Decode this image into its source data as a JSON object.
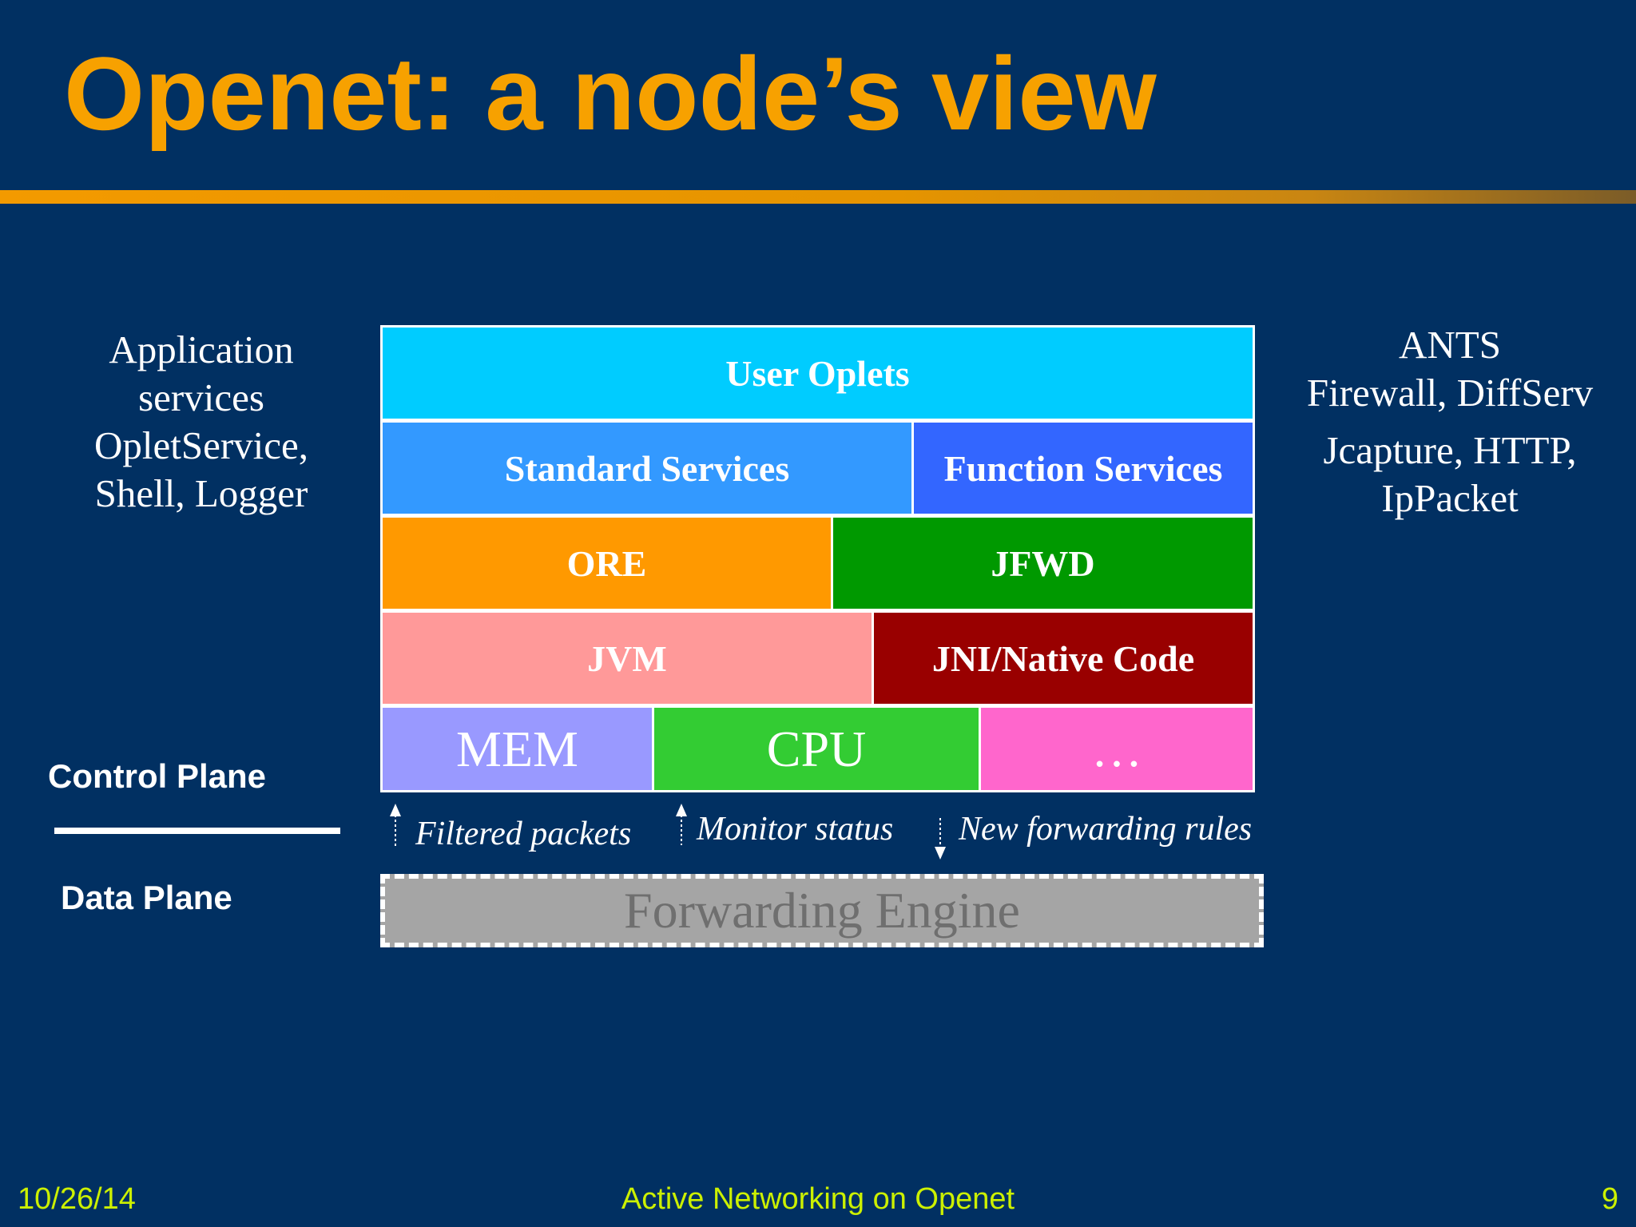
{
  "slide": {
    "title": "Openet: a node’s view",
    "left_services": [
      "Application",
      "services",
      "OpletService,",
      "Shell, Logger"
    ],
    "right_services": [
      "ANTS",
      "Firewall, DiffServ",
      "Jcapture, HTTP,",
      "IpPacket"
    ],
    "control_plane": "Control Plane",
    "data_plane": "Data Plane",
    "stack": {
      "user_oplets": "User Oplets",
      "standard_services": "Standard Services",
      "function_services": "Function Services",
      "ore": "ORE",
      "jfwd": "JFWD",
      "jvm": "JVM",
      "jni": "JNI/Native Code",
      "mem": "MEM",
      "cpu": "CPU",
      "ellipsis": "…"
    },
    "flows": {
      "filtered": "Filtered packets",
      "monitor": "Monitor status",
      "rules": "New forwarding rules"
    },
    "forwarding_engine": "Forwarding Engine",
    "footer": {
      "date": "10/26/14",
      "center": "Active Networking on Openet",
      "page": "9"
    }
  },
  "colors": {
    "background": "#013062",
    "title": "#f7a100",
    "user_oplets": "#00ccff",
    "standard_services": "#3399ff",
    "function_services": "#3366ff",
    "ore": "#ff9900",
    "jfwd": "#009900",
    "jvm": "#ff9999",
    "jni": "#990000",
    "mem": "#9999ff",
    "cpu": "#33cc33",
    "ellipsis": "#ff66cc",
    "forwarding_engine": "#a5a5a5",
    "footer": "#ccf000"
  }
}
